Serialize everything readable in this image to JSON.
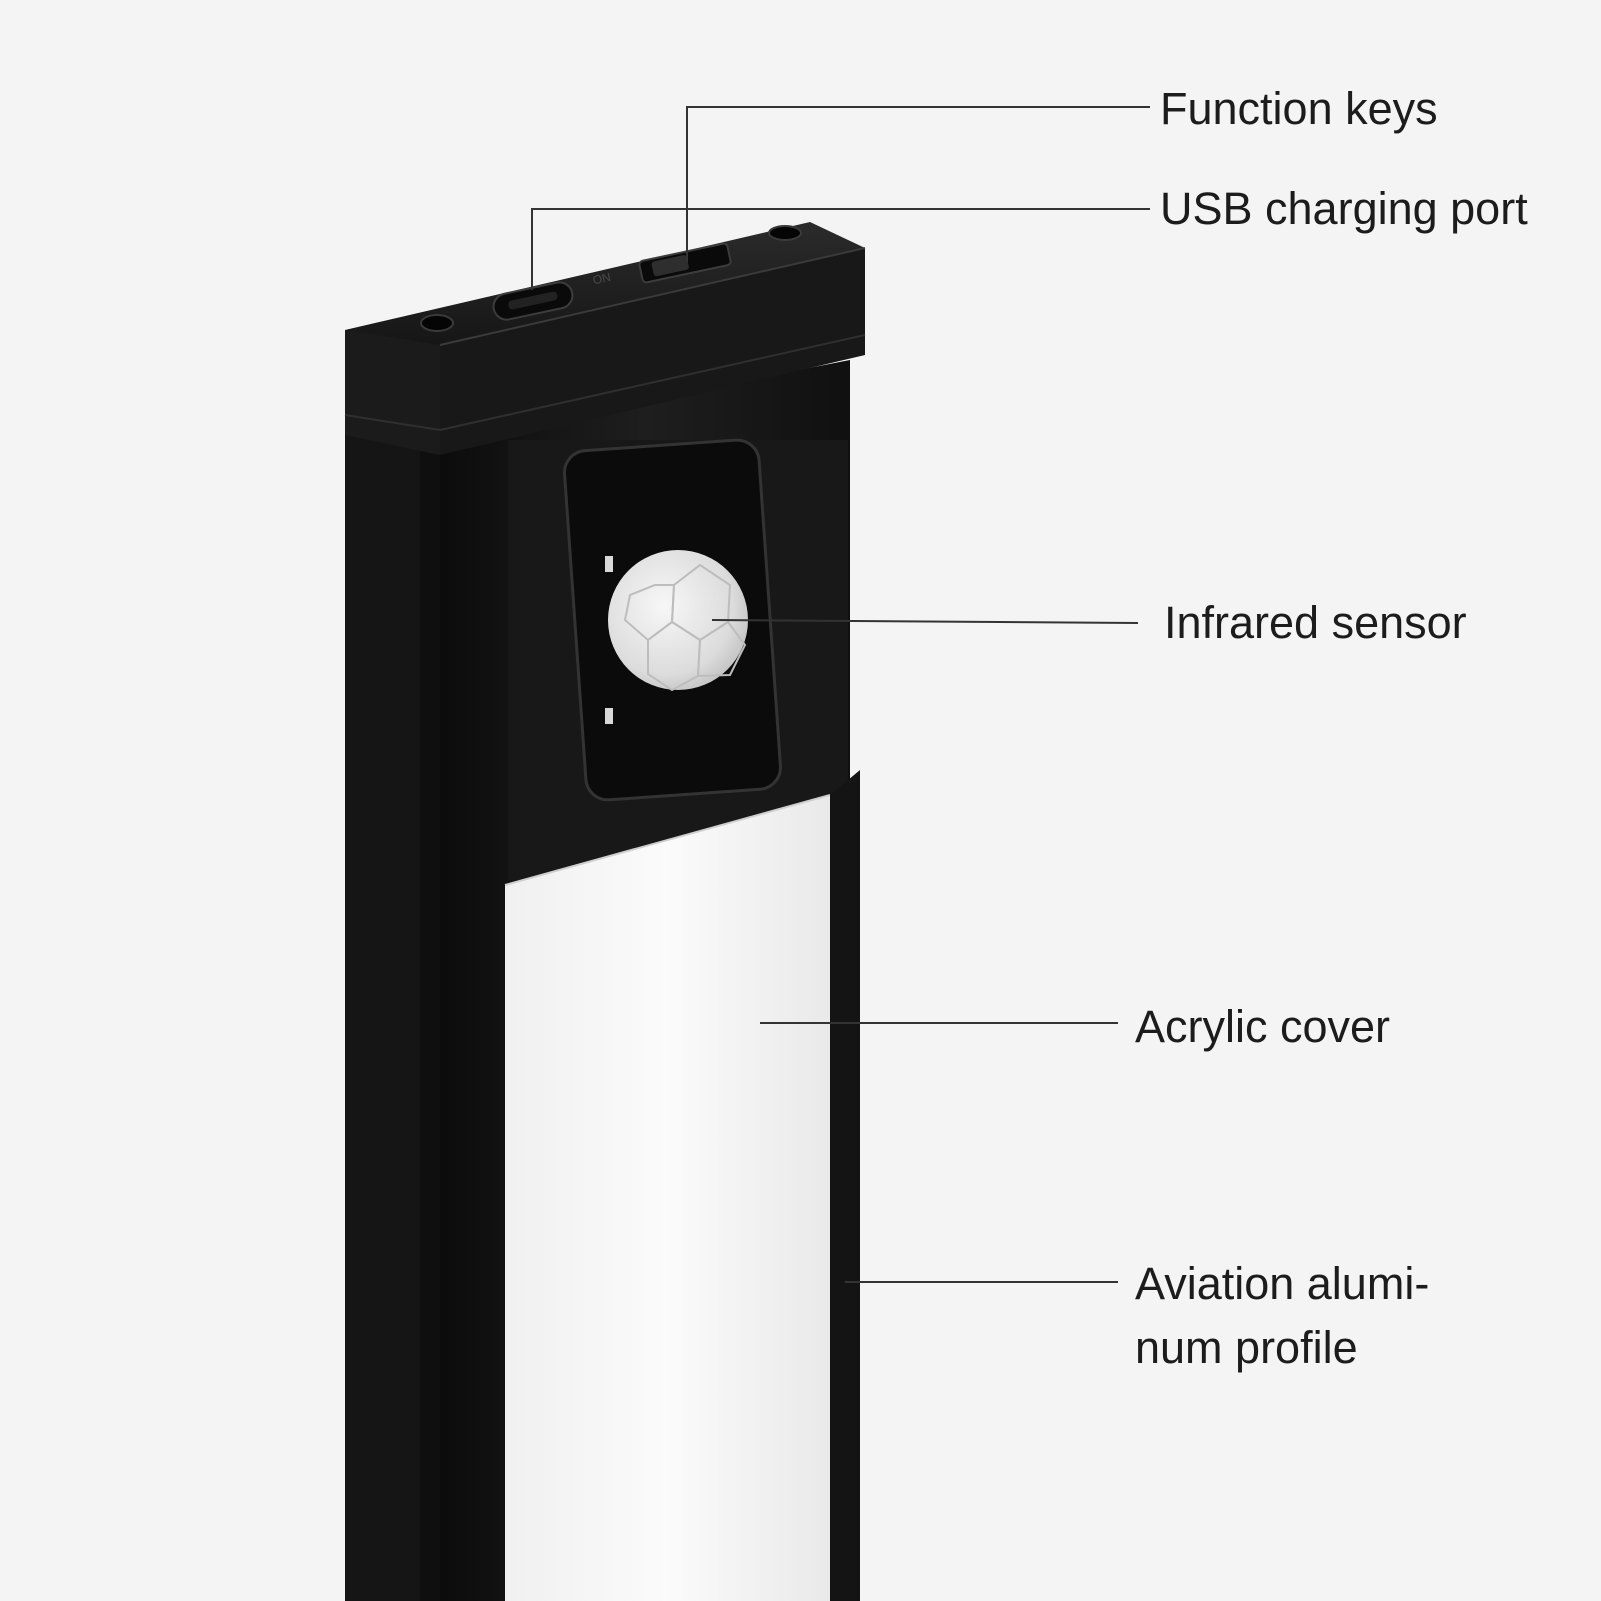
{
  "callouts": {
    "function_keys": "Function keys",
    "usb_charging_port": "USB charging port",
    "infrared_sensor": "Infrared sensor",
    "acrylic_cover": "Acrylic cover",
    "aviation_profile_line1": "Aviation alumi-",
    "aviation_profile_line2": "num profile"
  },
  "colors": {
    "background": "#f4f4f4",
    "housing": "#141414",
    "housing_edge": "#2a2a2a",
    "light_panel": "#f7f7f7",
    "sensor_lens": "#dedede",
    "leader_line": "#333333",
    "label_text": "#1c1c1c"
  }
}
